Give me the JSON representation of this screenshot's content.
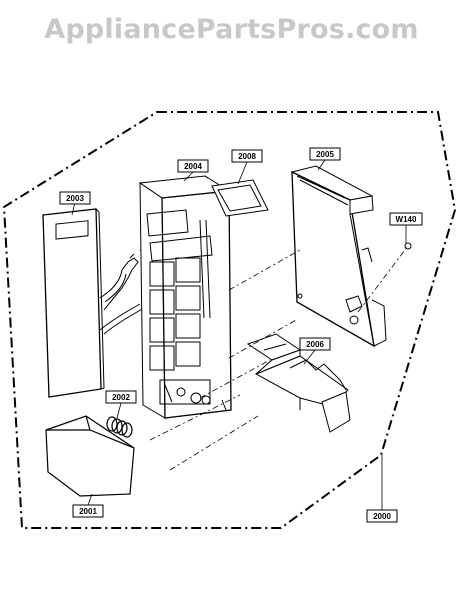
{
  "watermark": "AppliancePartsPros.com",
  "parts": {
    "p2000": "2000",
    "p2001": "2001",
    "p2002": "2002",
    "p2003": "2003",
    "p2004": "2004",
    "p2005": "2005",
    "p2006": "2006",
    "p2008": "2008",
    "w140": "W140"
  },
  "colors": {
    "ink": "#000000",
    "watermark": "#c8c8c8",
    "background": "#ffffff"
  }
}
